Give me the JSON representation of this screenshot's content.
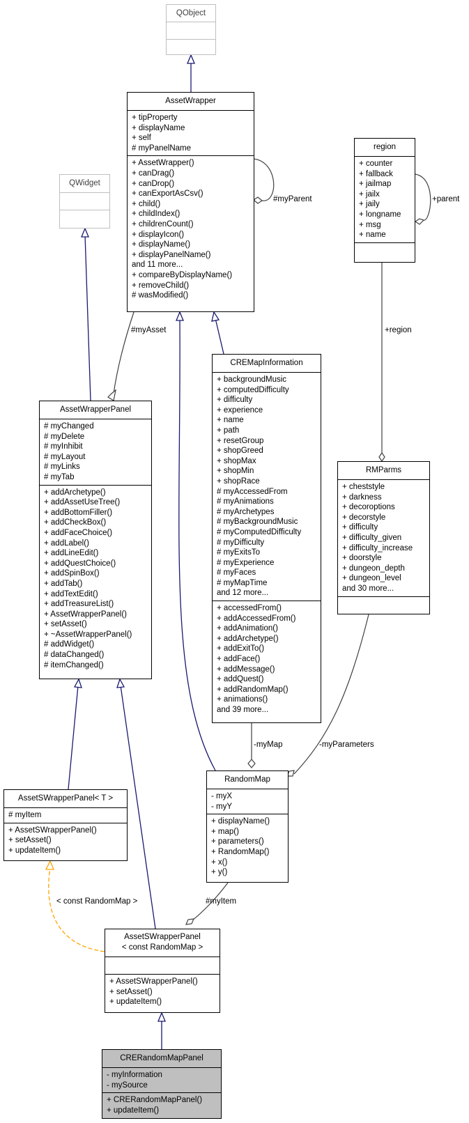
{
  "classes": {
    "qobject": {
      "title": "QObject",
      "attributes": [],
      "methods": []
    },
    "assetwrapper": {
      "title": "AssetWrapper",
      "attributes": [
        "+ tipProperty",
        "+ displayName",
        "+ self",
        "# myPanelName"
      ],
      "methods": [
        "+ AssetWrapper()",
        "+ canDrag()",
        "+ canDrop()",
        "+ canExportAsCsv()",
        "+ child()",
        "+ childIndex()",
        "+ childrenCount()",
        "+ displayIcon()",
        "+ displayName()",
        "+ displayPanelName()",
        "and 11 more...",
        "+ compareByDisplayName()",
        "+ removeChild()",
        "# wasModified()"
      ]
    },
    "region": {
      "title": "region",
      "attributes": [
        "+ counter",
        "+ fallback",
        "+ jailmap",
        "+ jailx",
        "+ jaily",
        "+ longname",
        "+ msg",
        "+ name"
      ],
      "methods": []
    },
    "qwidget": {
      "title": "QWidget",
      "attributes": [],
      "methods": []
    },
    "cremapinformation": {
      "title": "CREMapInformation",
      "attributes": [
        "+ backgroundMusic",
        "+ computedDifficulty",
        "+ difficulty",
        "+ experience",
        "+ name",
        "+ path",
        "+ resetGroup",
        "+ shopGreed",
        "+ shopMax",
        "+ shopMin",
        "+ shopRace",
        "# myAccessedFrom",
        "# myAnimations",
        "# myArchetypes",
        "# myBackgroundMusic",
        "# myComputedDifficulty",
        "# myDifficulty",
        "# myExitsTo",
        "# myExperience",
        "# myFaces",
        "# myMapTime",
        "and 12 more..."
      ],
      "methods": [
        "+ accessedFrom()",
        "+ addAccessedFrom()",
        "+ addAnimation()",
        "+ addArchetype()",
        "+ addExitTo()",
        "+ addFace()",
        "+ addMessage()",
        "+ addQuest()",
        "+ addRandomMap()",
        "+ animations()",
        "and 39 more..."
      ]
    },
    "assetwrapperpanel": {
      "title": "AssetWrapperPanel",
      "attributes": [
        "# myChanged",
        "# myDelete",
        "# myInhibit",
        "# myLayout",
        "# myLinks",
        "# myTab"
      ],
      "methods": [
        "+ addArchetype()",
        "+ addAssetUseTree()",
        "+ addBottomFiller()",
        "+ addCheckBox()",
        "+ addFaceChoice()",
        "+ addLabel()",
        "+ addLineEdit()",
        "+ addQuestChoice()",
        "+ addSpinBox()",
        "+ addTab()",
        "+ addTextEdit()",
        "+ addTreasureList()",
        "+ AssetWrapperPanel()",
        "+ setAsset()",
        "+ ~AssetWrapperPanel()",
        "# addWidget()",
        "# dataChanged()",
        "# itemChanged()"
      ]
    },
    "rmparms": {
      "title": "RMParms",
      "attributes": [
        "+ cheststyle",
        "+ darkness",
        "+ decoroptions",
        "+ decorstyle",
        "+ difficulty",
        "+ difficulty_given",
        "+ difficulty_increase",
        "+ doorstyle",
        "+ dungeon_depth",
        "+ dungeon_level",
        "and 30 more..."
      ],
      "methods": []
    },
    "randommap": {
      "title": "RandomMap",
      "attributes": [
        "- myX",
        "- myY"
      ],
      "methods": [
        "+ displayName()",
        "+ map()",
        "+ parameters()",
        "+ RandomMap()",
        "+ x()",
        "+ y()"
      ]
    },
    "assetswrapperpanel_t": {
      "title": "AssetSWrapperPanel< T >",
      "attributes": [
        "# myItem"
      ],
      "methods": [
        "+ AssetSWrapperPanel()",
        "+ setAsset()",
        "+ updateItem()"
      ]
    },
    "assetswrapperpanel_rm": {
      "title": "AssetSWrapperPanel\n< const RandomMap >",
      "attributes": [],
      "methods": [
        "+ AssetSWrapperPanel()",
        "+ setAsset()",
        "+ updateItem()"
      ]
    },
    "crerandommappanel": {
      "title": "CRERandomMapPanel",
      "attributes": [
        "- myInformation",
        "- mySource"
      ],
      "methods": [
        "+ CRERandomMapPanel()",
        "+ updateItem()"
      ]
    }
  },
  "edge_labels": {
    "my_parent": "#myParent",
    "parent": "+parent",
    "my_asset": "#myAsset",
    "region": "+region",
    "my_map": "-myMap",
    "my_parameters": "-myParameters",
    "template_binding": "< const RandomMap >",
    "my_item": "#myItem"
  },
  "colors": {
    "inheritance": "#191970",
    "template": "#ffa500",
    "association": "#404040",
    "highlight": "#bfbfbf"
  }
}
